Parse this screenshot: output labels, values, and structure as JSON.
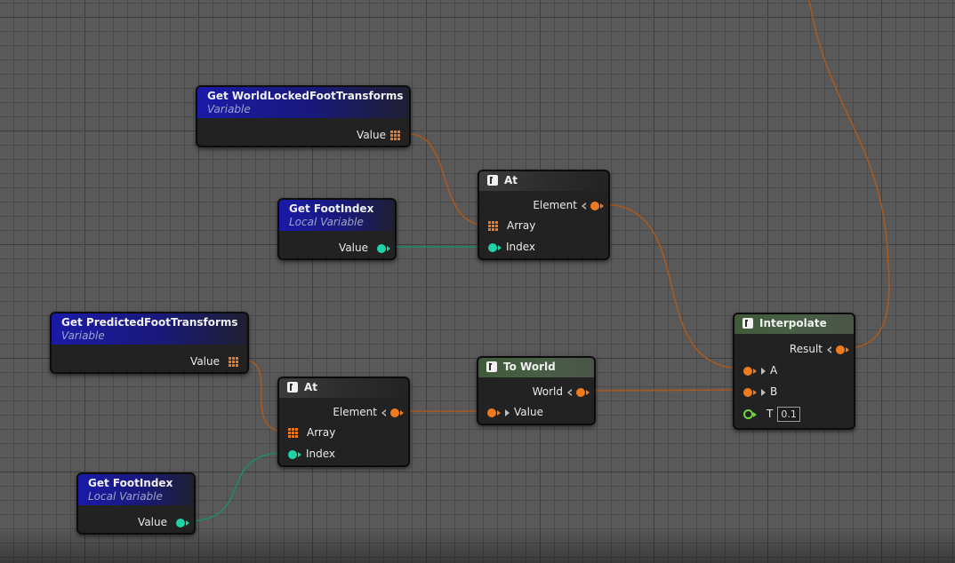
{
  "nodes": {
    "get_world_locked": {
      "title": "Get WorldLockedFootTransforms",
      "subtitle": "Variable",
      "value_label": "Value"
    },
    "get_foot_index_top": {
      "title": "Get FootIndex",
      "subtitle": "Local Variable",
      "value_label": "Value"
    },
    "at_top": {
      "title": "At",
      "element_label": "Element",
      "array_label": "Array",
      "index_label": "Index"
    },
    "get_predicted": {
      "title": "Get PredictedFootTransforms",
      "subtitle": "Variable",
      "value_label": "Value"
    },
    "at_bottom": {
      "title": "At",
      "element_label": "Element",
      "array_label": "Array",
      "index_label": "Index"
    },
    "get_foot_index_bottom": {
      "title": "Get FootIndex",
      "subtitle": "Local Variable",
      "value_label": "Value"
    },
    "to_world": {
      "title": "To World",
      "world_label": "World",
      "value_label": "Value"
    },
    "interpolate": {
      "title": "Interpolate",
      "result_label": "Result",
      "a_label": "A",
      "b_label": "B",
      "t_label": "T",
      "t_value": "0.1"
    }
  },
  "colors": {
    "transform_wire": "#a8591e",
    "int_wire": "#1f8a6e",
    "background": "#595959"
  },
  "icons": {
    "function": "function-icon",
    "array_pin": "array-pin-icon",
    "struct_pin": "struct-pin-icon",
    "int_pin": "int-pin-icon",
    "float_pin": "float-pin-icon"
  }
}
